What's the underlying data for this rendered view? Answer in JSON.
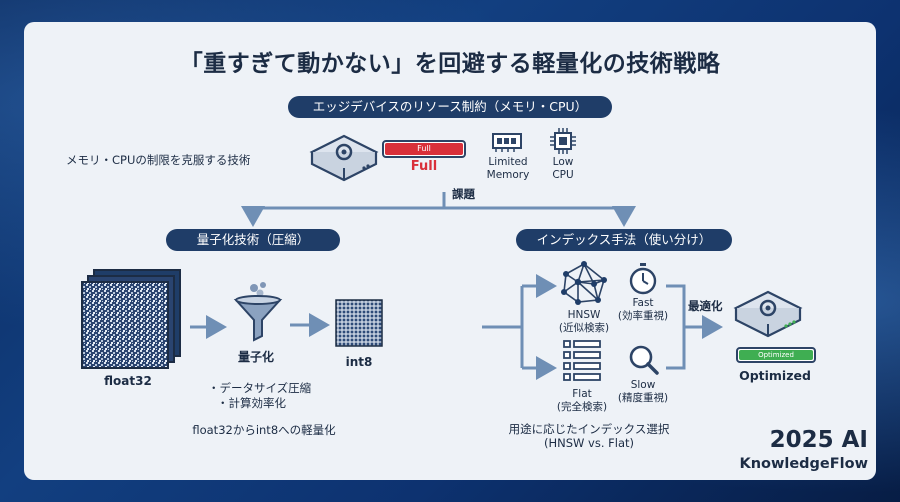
{
  "title": "「重すぎて動かない」を回避する軽量化の技術戦略",
  "header_pill": "エッジデバイスのリソース制約（メモリ・CPU）",
  "left_caption": "メモリ・CPUの制限を克服する技術",
  "memory_bar": {
    "inner": "Full",
    "label": "Full",
    "color": "#d9303a"
  },
  "limited_memory": "Limited\nMemory",
  "low_cpu": "Low\nCPU",
  "issue_label": "課題",
  "quant": {
    "pill": "量子化技術（圧縮）",
    "float_label": "float32",
    "funnel_label": "量子化",
    "int_label": "int8",
    "bullets": [
      "・データサイズ圧縮",
      "・計算効率化"
    ],
    "caption": "float32からint8への軽量化"
  },
  "index": {
    "pill": "インデックス手法（使い分け）",
    "hnsw": "HNSW\n(近似検索)",
    "fast": "Fast\n(効率重視)",
    "flat": "Flat\n(完全検索)",
    "slow": "Slow\n(精度重視)",
    "optimize_label": "最適化",
    "optimized_badge": "Optimized",
    "optimized_label": "Optimized",
    "caption": "用途に応じたインデックス選択\n(HNSW vs. Flat)"
  },
  "brand": {
    "line1": "2025 AI",
    "line2": "KnowledgeFlow"
  },
  "colors": {
    "navy": "#1f3d68",
    "arrow": "#6f8fb5",
    "red": "#d9303a",
    "green": "#3fae52"
  }
}
